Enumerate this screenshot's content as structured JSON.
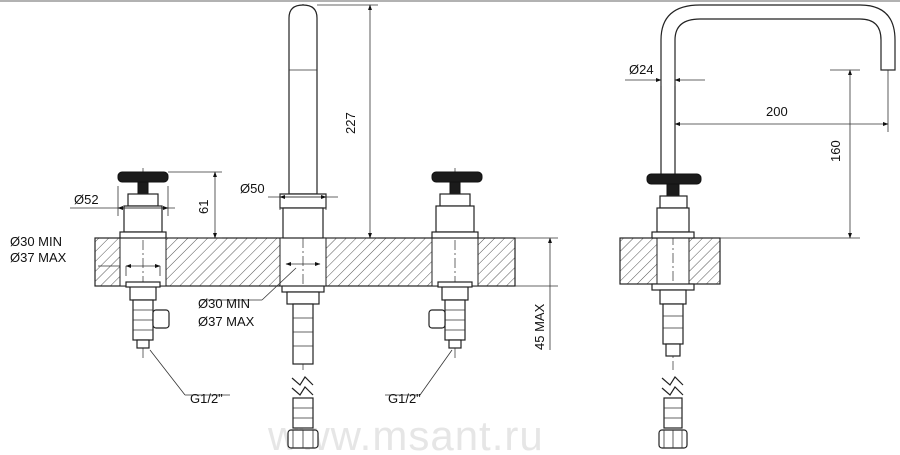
{
  "dimensions": {
    "spout_height": "227",
    "spout_diameter": "Ø50",
    "handle_diameter": "Ø52",
    "handle_height": "61",
    "hole_min_left": "Ø30 MIN",
    "hole_max_left": "Ø37 MAX",
    "hole_min_center": "Ø30 MIN",
    "hole_max_center": "Ø37 MAX",
    "deck_thickness": "45 MAX",
    "connection_left": "G1/2\"",
    "connection_right": "G1/2\"",
    "spout_tube_diameter": "Ø24",
    "spout_reach": "200",
    "spout_clearance": "160"
  },
  "watermark": "www.msant.ru"
}
